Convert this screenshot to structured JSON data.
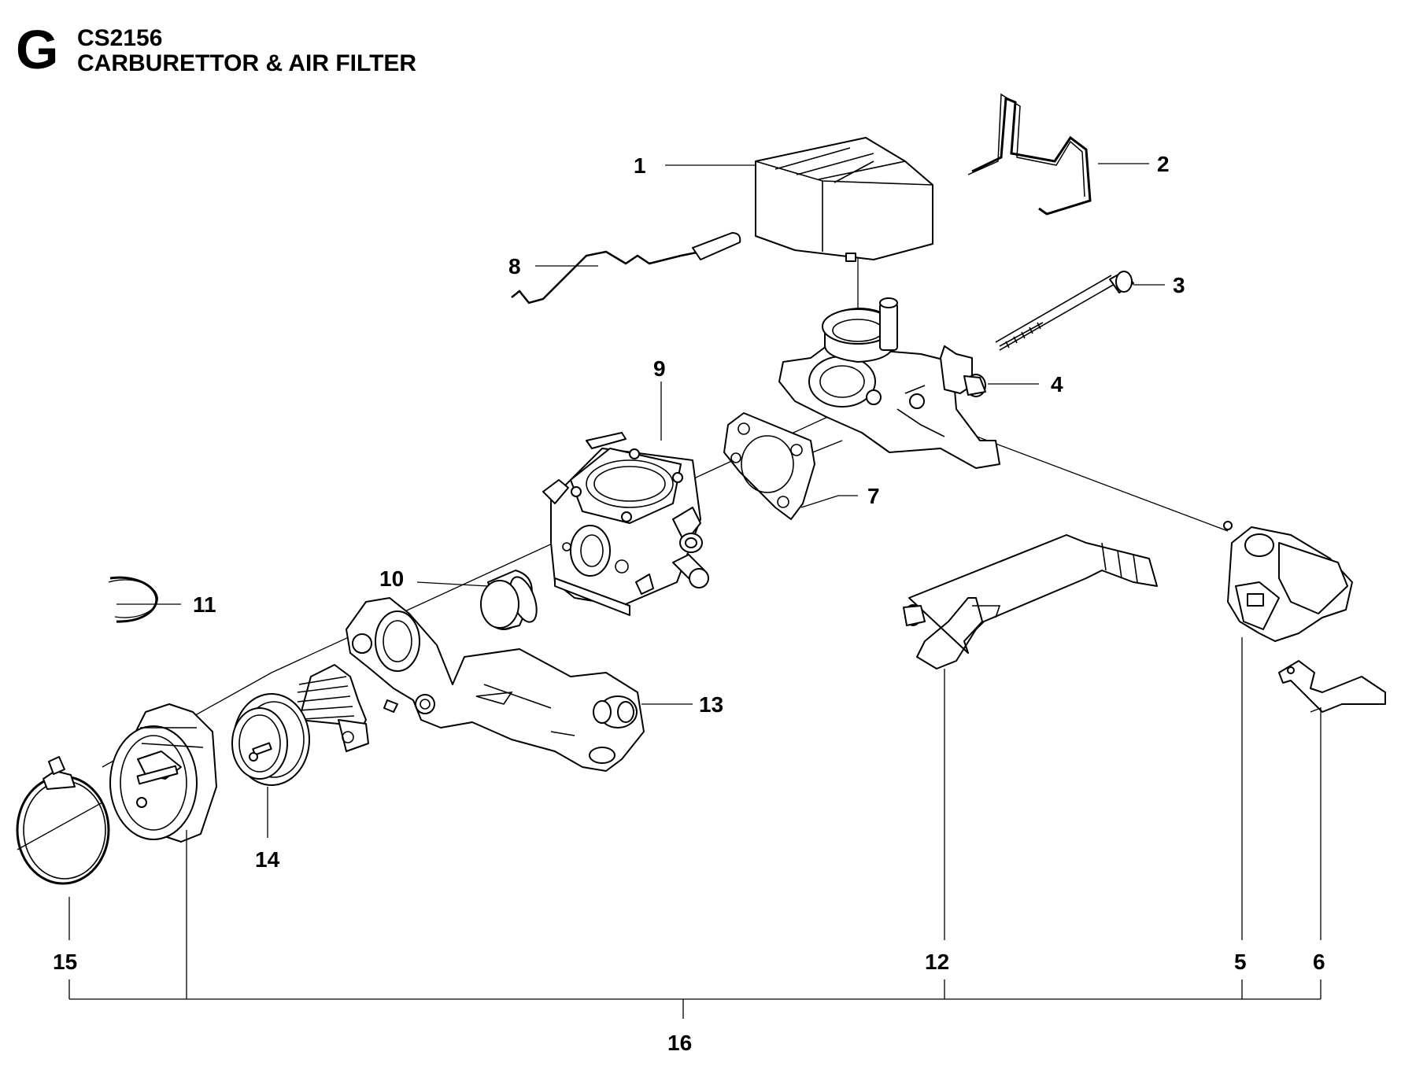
{
  "header": {
    "section": "G",
    "model": "CS2156",
    "title": "CARBURETTOR & AIR FILTER"
  },
  "callouts": [
    "1",
    "2",
    "3",
    "4",
    "5",
    "6",
    "7",
    "8",
    "9",
    "10",
    "11",
    "12",
    "13",
    "14",
    "15",
    "16"
  ]
}
